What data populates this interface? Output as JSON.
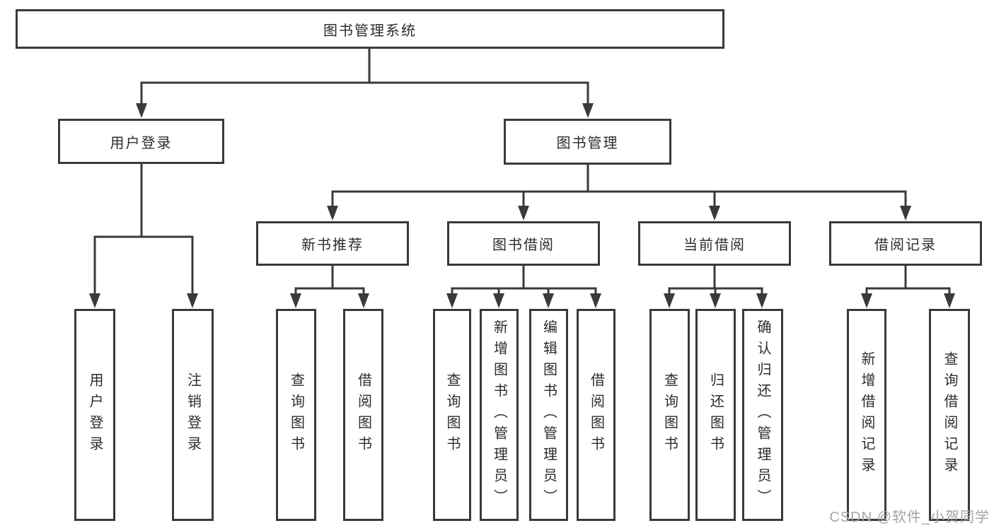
{
  "tree": {
    "label": "图书管理系统",
    "children": [
      {
        "label": "用户登录",
        "children": [
          {
            "label": "用户登录"
          },
          {
            "label": "注销登录"
          }
        ]
      },
      {
        "label": "图书管理",
        "children": [
          {
            "label": "新书推荐",
            "children": [
              {
                "label": "查询图书"
              },
              {
                "label": "借阅图书"
              }
            ]
          },
          {
            "label": "图书借阅",
            "children": [
              {
                "label": "查询图书"
              },
              {
                "label": "新增图书（管理员）"
              },
              {
                "label": "编辑图书（管理员）"
              },
              {
                "label": "借阅图书"
              }
            ]
          },
          {
            "label": "当前借阅",
            "children": [
              {
                "label": "查询图书"
              },
              {
                "label": "归还图书"
              },
              {
                "label": "确认归还（管理员）"
              }
            ]
          },
          {
            "label": "借阅记录",
            "children": [
              {
                "label": "新增借阅记录"
              },
              {
                "label": "查询借阅记录"
              }
            ]
          }
        ]
      }
    ]
  },
  "watermark": "CSDN @软件_小贺同学",
  "colors": {
    "line": "#3a3a3a",
    "text": "#2c2c2c",
    "watermark": "#a3a3ab",
    "background": "#ffffff"
  }
}
